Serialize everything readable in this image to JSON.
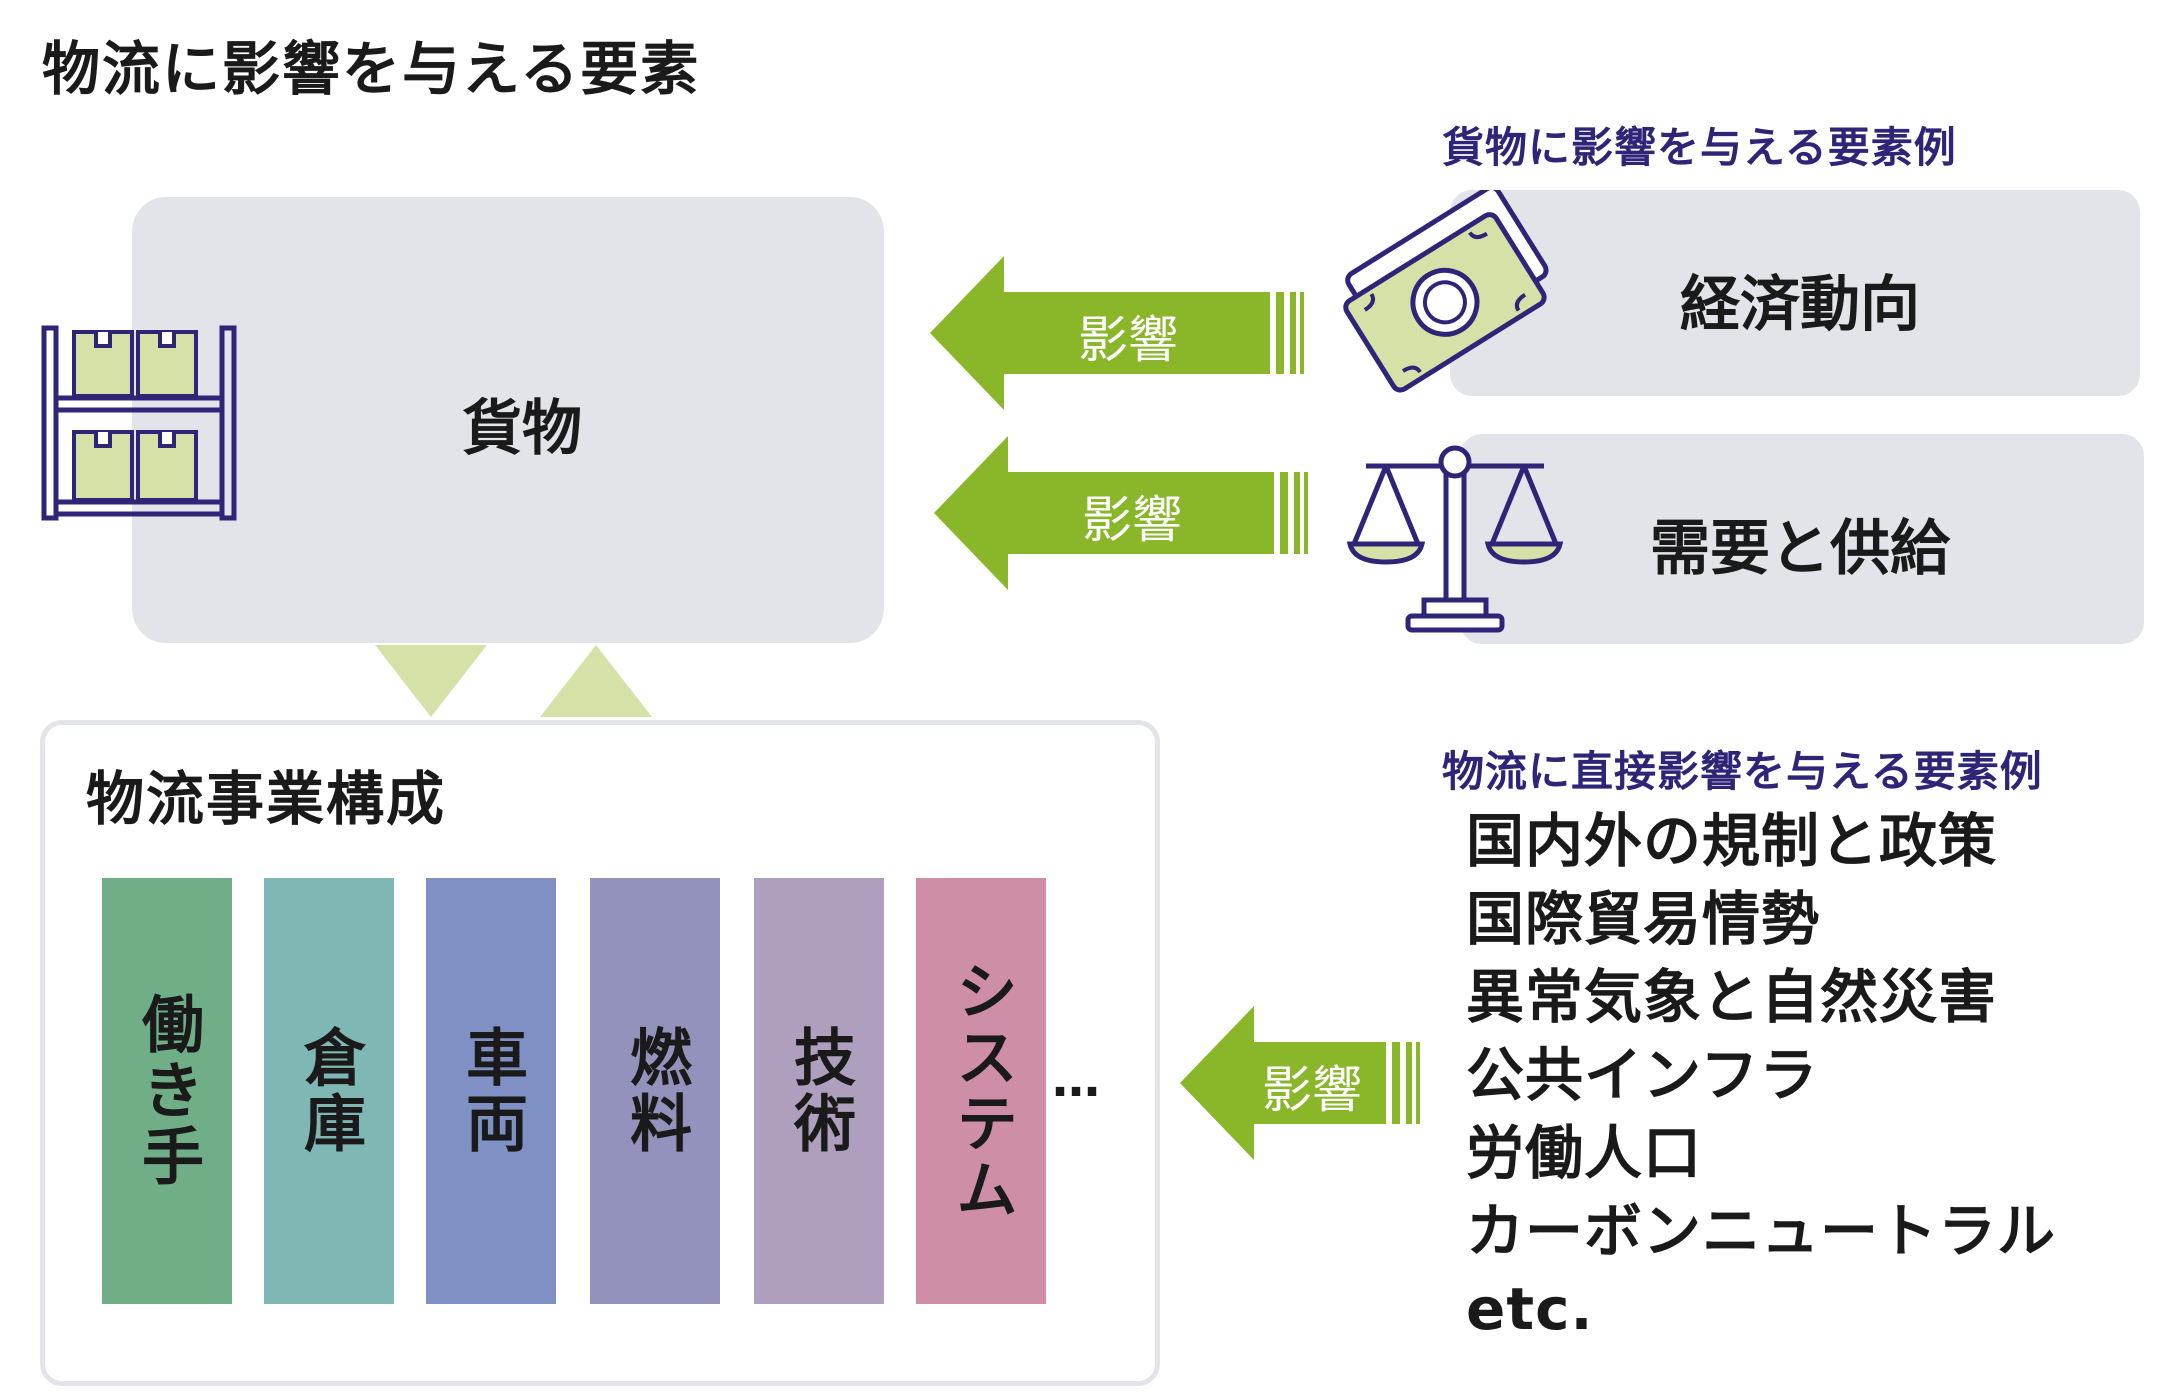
{
  "title": "物流に影響を与える要素",
  "cargo": {
    "label": "貨物"
  },
  "cargo_examples": {
    "title": "貨物に影響を与える要素例",
    "items": [
      "経済動向",
      "需要と供給"
    ]
  },
  "arrow_label": "影響",
  "business": {
    "title": "物流事業構成",
    "columns": [
      {
        "label": "働き手",
        "color": "#6fae87"
      },
      {
        "label": "倉庫",
        "color": "#7fb7b4"
      },
      {
        "label": "車両",
        "color": "#7f90c4"
      },
      {
        "label": "燃料",
        "color": "#9292bc"
      },
      {
        "label": "技術",
        "color": "#ae9fbe"
      },
      {
        "label": "システム",
        "color": "#cf8ea8"
      }
    ],
    "more": "…"
  },
  "direct_examples": {
    "title": "物流に直接影響を与える要素例",
    "items": [
      "国内外の規制と政策",
      "国際貿易情勢",
      "異常気象と自然災害",
      "公共インフラ",
      "労働人口",
      "カーボンニュートラル",
      "etc."
    ]
  },
  "colors": {
    "arrow_green": "#8ab62a",
    "light_green": "#d4e2a8",
    "box_gray": "#e2e4ea",
    "heading_purple": "#2e2578",
    "icon_purple": "#2e2578"
  }
}
